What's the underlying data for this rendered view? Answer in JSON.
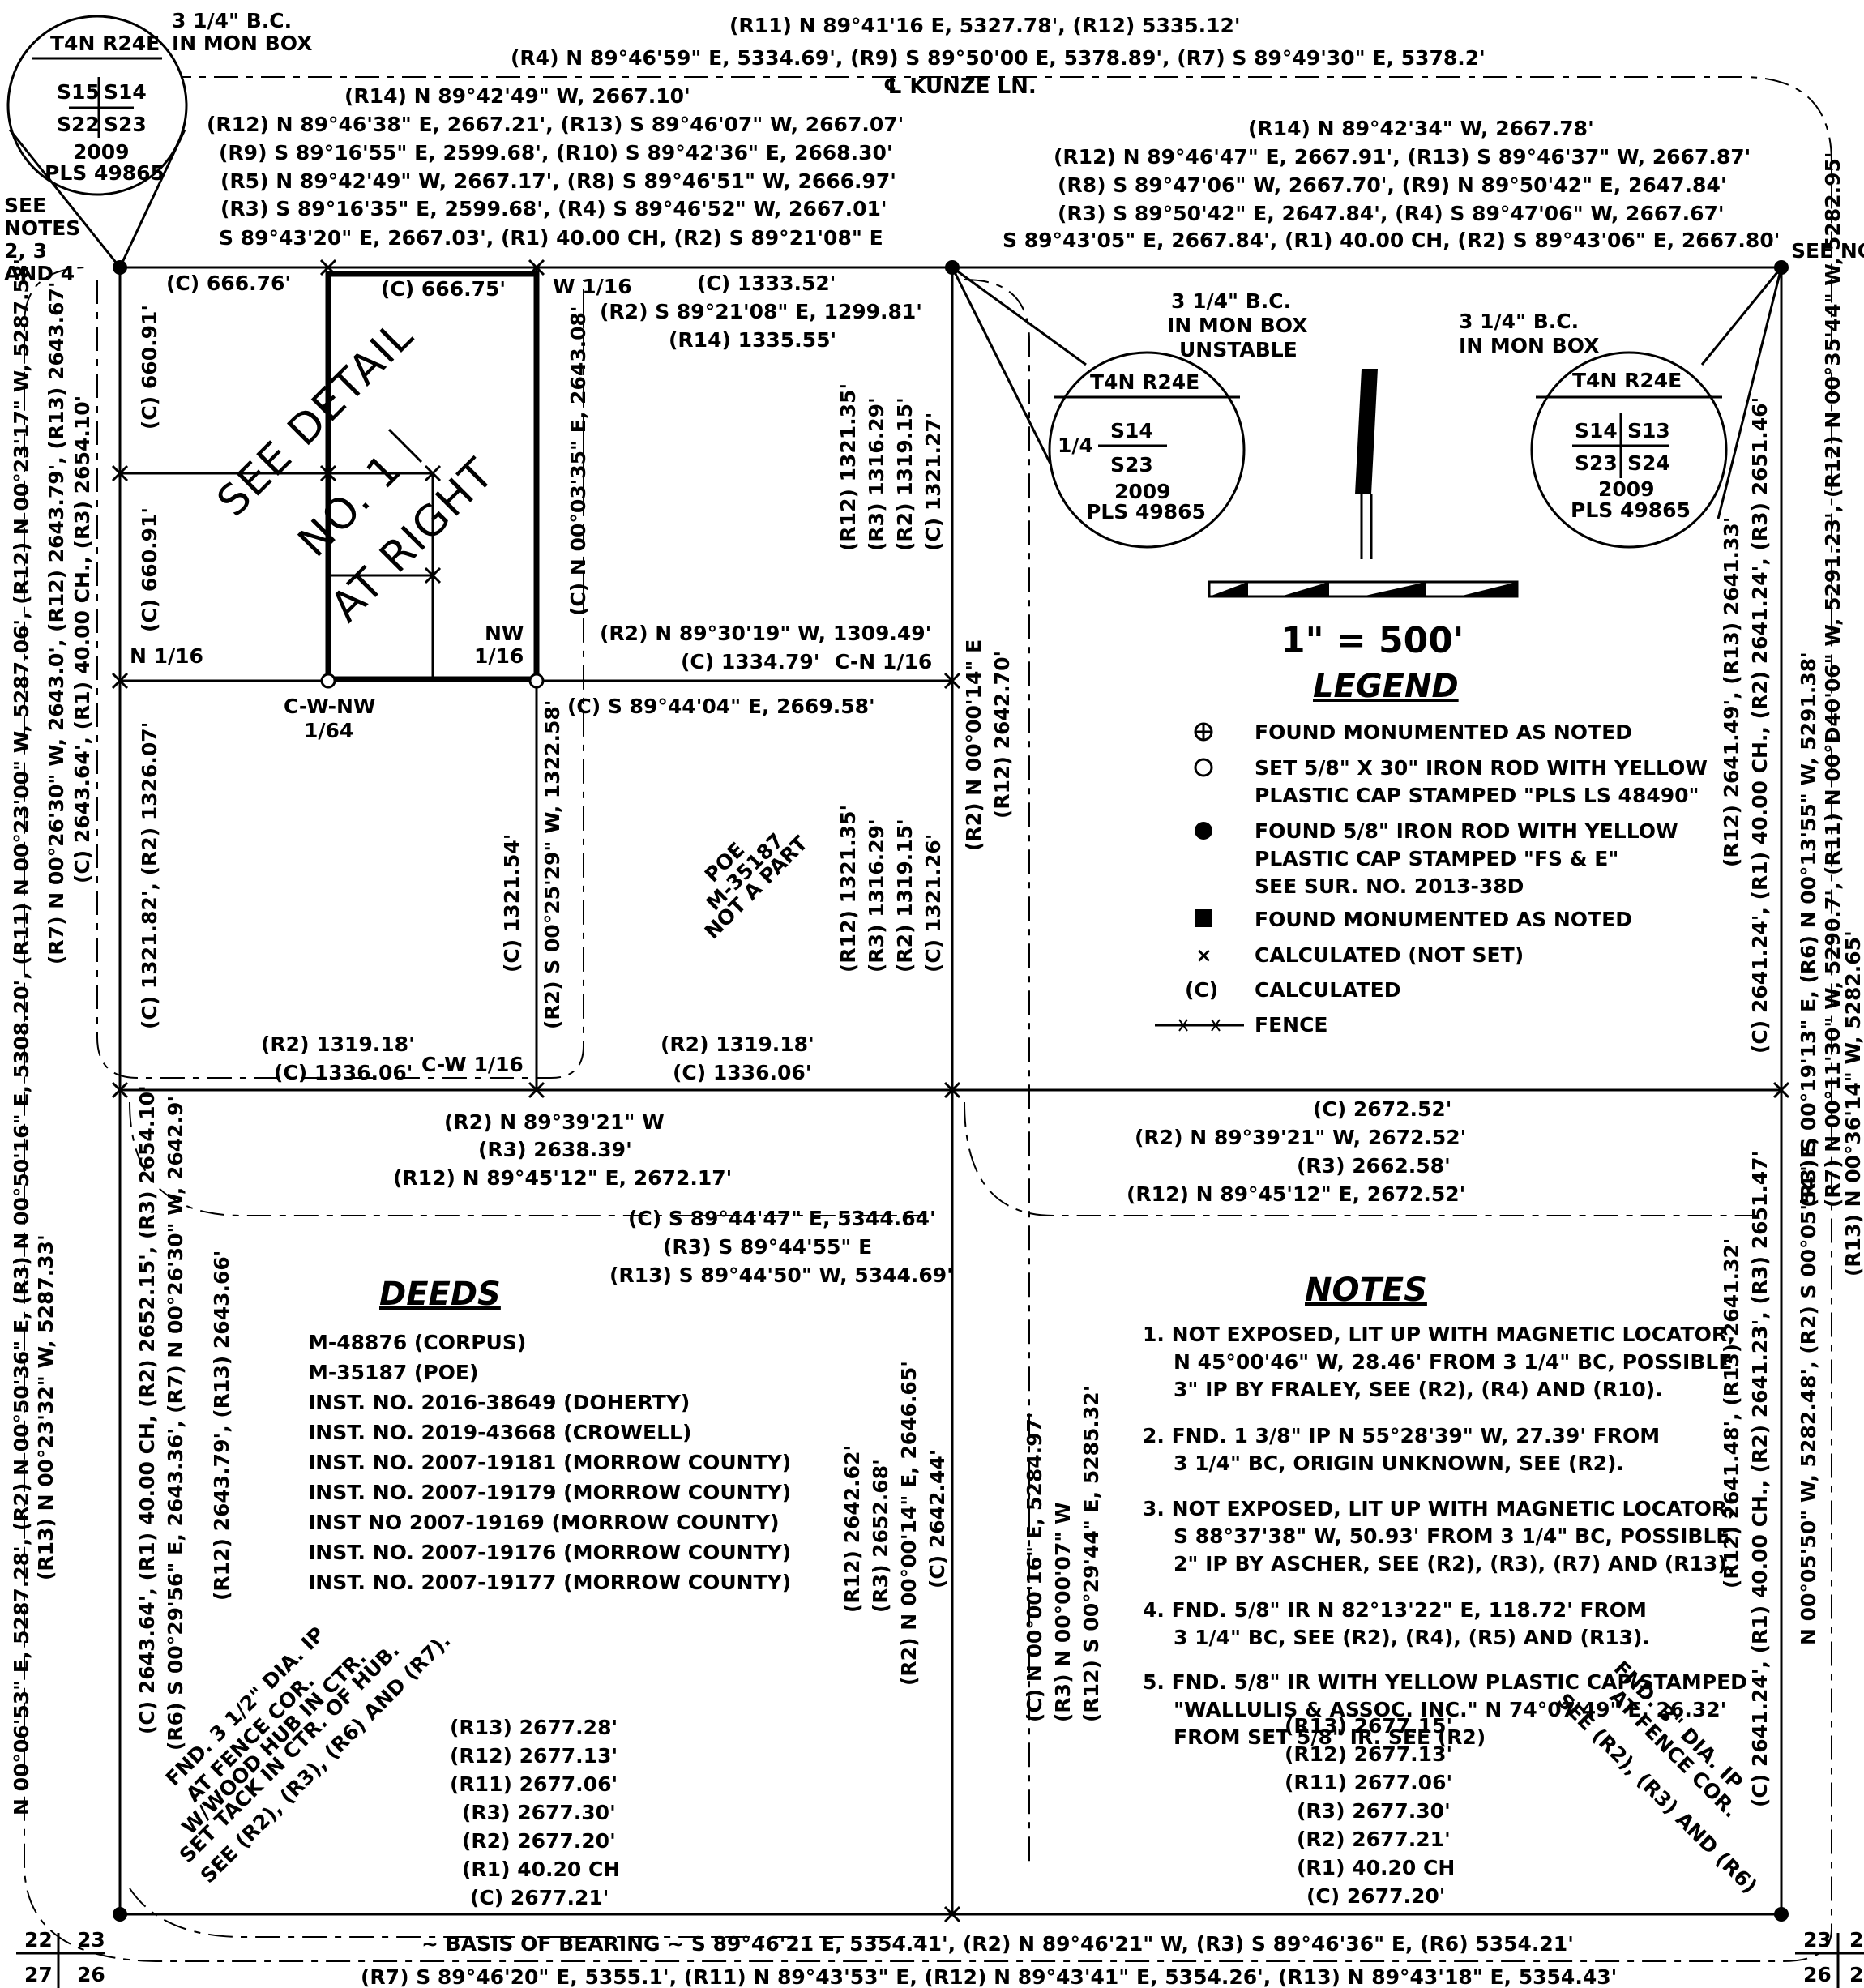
{
  "top": {
    "r11_line": "(R11) N 89°41'16 E, 5327.78', (R12) 5335.12'",
    "r4_line": "(R4) N 89°46'59\" E, 5334.69', (R9) S 89°50'00 E, 5378.89', (R7) S 89°49'30\" E, 5378.2'",
    "road": "℄ KUNZE LN.",
    "left_calls": [
      "(R14) N 89°42'49\" W, 2667.10'",
      "(R12) N 89°46'38\" E, 2667.21', (R13) S 89°46'07\" W, 2667.07'",
      "(R9) S 89°16'55\" E, 2599.68', (R10) S 89°42'36\" E, 2668.30'",
      "(R5) N 89°42'49\" W, 2667.17', (R8) S 89°46'51\" W, 2666.97'",
      "(R3) S 89°16'35\" E, 2599.68', (R4) S 89°46'52\" W, 2667.01'",
      "S 89°43'20\" E, 2667.03', (R1) 40.00 CH, (R2) S 89°21'08\" E"
    ],
    "right_calls": [
      "(R14) N 89°42'34\" W, 2667.78'",
      "(R12) N 89°46'47\" E, 2667.91', (R13) S 89°46'37\" W, 2667.87'",
      "(R8) S 89°47'06\" W, 2667.70', (R9) N 89°50'42\" E, 2647.84'",
      "(R3) S 89°50'42\" E, 2647.84', (R4) S 89°47'06\" W, 2667.67'",
      "S 89°43'05\" E, 2667.84', (R1) 40.00 CH, (R2) S 89°43'06\" E, 2667.80'"
    ]
  },
  "monuments": {
    "nw_title": "3 1/4\" B.C.",
    "nw_sub": "IN MON BOX",
    "nw_twp": "T4N R24E",
    "nw_s1": "S15",
    "nw_s2": "S14",
    "nw_s3": "S22",
    "nw_s4": "S23",
    "nw_year": "2009",
    "nw_pls": "PLS 49865",
    "see_notes_left": "SEE",
    "see_notes_left2": "NOTES",
    "see_notes_left3": "2, 3",
    "see_notes_left4": "AND 4",
    "mid_title": "3 1/4\" B.C.",
    "mid_sub": "IN MON BOX",
    "mid_sub2": "UNSTABLE",
    "mid_twp": "T4N R24E",
    "mid_q": "1/4",
    "mid_s1": "S14",
    "mid_s2": "S23",
    "mid_year": "2009",
    "mid_pls": "PLS 49865",
    "ne_title": "3 1/4\" B.C.",
    "ne_sub": "IN MON BOX",
    "ne_twp": "T4N R24E",
    "ne_s1": "S14",
    "ne_s2": "S13",
    "ne_s3": "S23",
    "ne_s4": "S24",
    "ne_year": "2009",
    "ne_pls": "PLS 49865",
    "see_no": "SEE NO",
    "sw_a": "22",
    "sw_b": "23",
    "sw_c": "27",
    "sw_d": "26",
    "se_a": "23",
    "se_b": "2",
    "se_c": "26",
    "se_d": "2"
  },
  "nw_quarter": {
    "c666_76": "(C) 666.76'",
    "c666_75": "(C) 666.75'",
    "w16": "W 1/16",
    "c1333": "(C) 1333.52'",
    "r2_1299": "(R2) S 89°21'08\" E, 1299.81'",
    "r14_1335": "(R14) 1335.55'",
    "see_detail": "SEE DETAIL",
    "no1": "NO. 1",
    "at_right": "AT RIGHT",
    "v_660a": "(C) 660.91'",
    "v_660b": "(C) 660.91'",
    "n16": "N 1/16",
    "nw16a": "NW",
    "nw16b": "1/16",
    "r2_1309": "(R2) N 89°30'19\" W, 1309.49'",
    "c1334": "(C) 1334.79'",
    "cn16": "C-N 1/16",
    "cwnw": "C-W-NW",
    "cwnw2": "1/64",
    "c2669": "(C) S 89°44'04\" E, 2669.58'",
    "v_2643": "(C) N 00°03'35\" E, 2643.08'",
    "v_r12_1321": "(R12) 1321.35'",
    "v_r3_1316": "(R3) 1316.29'",
    "v_r2_1319": "(R2) 1319.15'",
    "v_c1321": "(C) 1321.27'",
    "v_1326": "(C) 1321.82', (R2) 1326.07'",
    "v_1321_54": "(C) 1321.54'",
    "v_1322": "(R2) S 00°25'29\" W, 1322.58'",
    "poe1": "POE",
    "poe2": "M-35187",
    "poe3": "NOT A PART",
    "v2_r12": "(R12) 1321.35'",
    "v2_r3": "(R3) 1316.29'",
    "v2_r2": "(R2) 1319.15'",
    "v2_c": "(C) 1321.26'",
    "r2_1319a": "(R2) 1319.18'",
    "c1336a": "(C) 1336.06'",
    "cw16": "C-W 1/16",
    "r2_1319b": "(R2) 1319.18'",
    "c1336b": "(C) 1336.06'",
    "v_r2_e": "(R2) N 00°00'14\" E",
    "v_r12_2642": "(R12) 2642.70'"
  },
  "west_edge": {
    "v1": "N 00°06'53\" E, 5287.28', (R2) N 00°50'36\" E, (R3) N 00°50'16\" E, 5308.20', (R11) N 00°23'00\" W, 5287.06', (R12) N 00°23'17\" W, 5287.58'",
    "v2": "(R13) N 00°23'32\" W, 5287.33'",
    "v3": "(R7) N 00°26'30\" W, 2643.0', (R12) 2643.79', (R13) 2643.67'",
    "v4": "(C) 2643.64', (R1) 40.00 CH., (R3) 2654.10'"
  },
  "legend": {
    "scale": "1\" = 500'",
    "title": "LEGEND",
    "items": [
      "FOUND MONUMENTED AS NOTED",
      "SET 5/8\" X 30\" IRON ROD WITH YELLOW",
      "PLASTIC CAP STAMPED \"PLS LS 48490\"",
      "FOUND 5/8\" IRON ROD WITH YELLOW",
      "PLASTIC CAP STAMPED \"FS & E\"",
      "SEE SUR. NO. 2013-38D",
      "FOUND MONUMENTED AS NOTED",
      "CALCULATED (NOT SET)",
      "CALCULATED",
      "FENCE"
    ],
    "sym_c": "(C)",
    "sym_x": "×"
  },
  "east_edge": {
    "v1": "(C) 2641.24', (R1) 40.00 CH., (R2) 2641.24', (R3) 2651.46'",
    "v2": "(R12) 2641.49', (R13) 2641.33'",
    "v3": "(R3) S 00°19'13\" E, (R6) N 00°13'55\" W, 5291.38'",
    "v4": "(R7) N 00°11'30\" W, 5290.7', (R11) N 00°D40'06\" W, 5291.23', (R12) N 00°35'44\" W, 5282.95'",
    "v5": "N 00°05'50\" W, 5282.48', (R2) S 00°05'54\" E,",
    "v6": "(R13) N 00°36'14\" W, 5282.65'",
    "v7": "(C) 2641.24', (R1) 40.00 CH., (R2) 2641.23', (R3) 2651.47'",
    "v8": "(R12) 2641.48', (R13) 2641.32'"
  },
  "center_line": {
    "c2672": "(C) 2672.52'",
    "r2": "(R2) N 89°39'21\" W, 2672.52'",
    "r3": "(R3) 2662.58'",
    "r12": "(R12) N 89°45'12\" E, 2672.52'",
    "l_r2": "(R2) N 89°39'21\" W",
    "l_r3": "(R3) 2638.39'",
    "l_r12": "(R12) N 89°45'12\" E, 2672.17'",
    "c5344": "(C) S 89°44'47\" E, 5344.64'",
    "r3_5344": "(R3) S 89°44'55\" E",
    "r13_5344": "(R13) S 89°44'50\" W, 5344.69'"
  },
  "deeds": {
    "title": "DEEDS",
    "items": [
      "M-48876 (CORPUS)",
      "M-35187 (POE)",
      "INST. NO. 2016-38649 (DOHERTY)",
      "INST. NO. 2019-43668 (CROWELL)",
      "INST. NO. 2007-19181 (MORROW COUNTY)",
      "INST. NO. 2007-19179 (MORROW COUNTY)",
      "INST NO 2007-19169 (MORROW COUNTY)",
      "INST. NO. 2007-19176 (MORROW COUNTY)",
      "INST. NO. 2007-19177 (MORROW COUNTY)"
    ]
  },
  "sw_quarter": {
    "v_left1": "(C) 2643.64', (R1) 40.00 CH, (R2) 2652.15', (R3) 2654.10'",
    "v_left2": "(R6) S 00°29'56\" E, 2643.36', (R7) N 00°26'30\" W, 2642.9'",
    "v_left3": "(R12) 2643.79', (R13) 2643.66'",
    "fnd1": "FND. 3 1/2\" DIA. IP",
    "fnd2": "AT FENCE COR.",
    "fnd3": "W/WOOD HUB IN CTR.",
    "fnd4": "SET TACK IN CTR. OF HUB.",
    "fnd5": "SEE (R2), (R3), (R6) AND (R7).",
    "dists": [
      "(R13) 2677.28'",
      "(R12) 2677.13'",
      "(R11) 2677.06'",
      "(R3) 2677.30'",
      "(R2) 2677.20'",
      "(R1) 40.20 CH",
      "(C) 2677.21'"
    ],
    "v_mid1": "(R12) 2642.62'",
    "v_mid2": "(R3) 2652.68'",
    "v_mid3": "(R2) N 00°00'14\" E, 2646.65'",
    "v_mid4": "(C) 2642.44'"
  },
  "se_quarter": {
    "v1": "(C) N 00°00'16\" E, 5284.97'",
    "v2": "(R3) N 00°00'07\" W",
    "v3": "(R12) S 00°29'44\" E, 5285.32'",
    "notes_title": "NOTES",
    "notes": [
      "1. NOT EXPOSED, LIT UP WITH MAGNETIC LOCATOR,",
      "N 45°00'46\" W, 28.46' FROM 3 1/4\" BC, POSSIBLE",
      "3\" IP BY FRALEY, SEE (R2), (R4) AND (R10).",
      "2. FND. 1 3/8\" IP N 55°28'39\" W, 27.39' FROM",
      "3 1/4\" BC, ORIGIN UNKNOWN, SEE (R2).",
      "3. NOT EXPOSED, LIT UP WITH MAGNETIC LOCATOR,",
      "S 88°37'38\" W, 50.93' FROM 3 1/4\" BC, POSSIBLE",
      "2\" IP BY ASCHER, SEE (R2), (R3), (R7) AND (R13).",
      "4. FND. 5/8\" IR N 82°13'22\" E, 118.72' FROM",
      "3 1/4\" BC, SEE (R2), (R4), (R5) AND (R13).",
      "5. FND. 5/8\" IR WITH YELLOW PLASTIC CAP STAMPED",
      "\"WALLULIS & ASSOC. INC.\" N 74°07'49\" E, 26.32'",
      "FROM SET 5/8\" IR. SEE (R2)"
    ],
    "dists": [
      "(R13) 2677.15'",
      "(R12) 2677.13'",
      "(R11) 2677.06'",
      "(R3) 2677.30'",
      "(R2) 2677.21'",
      "(R1) 40.20 CH",
      "(C) 2677.20'"
    ],
    "fnd1": "FND. 3\" DIA. IP",
    "fnd2": "AT FENCE COR.",
    "fnd3": "SEE (R2), (R3) AND (R6)"
  },
  "bottom": {
    "basis": "~ BASIS OF BEARING ~ S 89°46'21 E, 5354.41', (R2) N 89°46'21\" W, (R3) S 89°46'36\" E, (R6) 5354.21'",
    "r7": "(R7) S 89°46'20\" E, 5355.1', (R11) N 89°43'53\" E, (R12) N 89°43'41\" E, 5354.26', (R13) N 89°43'18\" E, 5354.43'"
  }
}
